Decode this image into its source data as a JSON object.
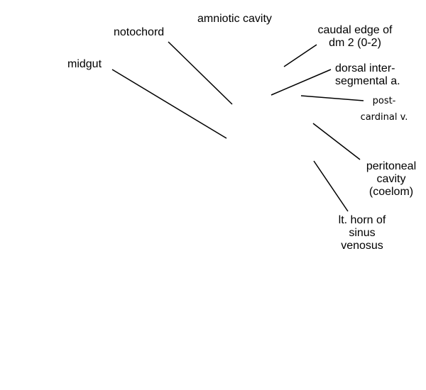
{
  "figure": {
    "labels": {
      "amniotic_cavity": "amniotic cavity",
      "notochord": "notochord",
      "midgut": "midgut",
      "caudal_edge": [
        "caudal edge of",
        "dm 2 (0-2)"
      ],
      "dorsal_intersegmental": [
        "dorsal inter-",
        "segmental a."
      ],
      "postcardinal": [
        "post-",
        "cardinal v."
      ],
      "peritoneal": [
        "peritoneal",
        "cavity",
        "(coelom)"
      ],
      "sinus_horn": [
        "lt. horn of",
        "sinus",
        "venosus"
      ]
    }
  }
}
